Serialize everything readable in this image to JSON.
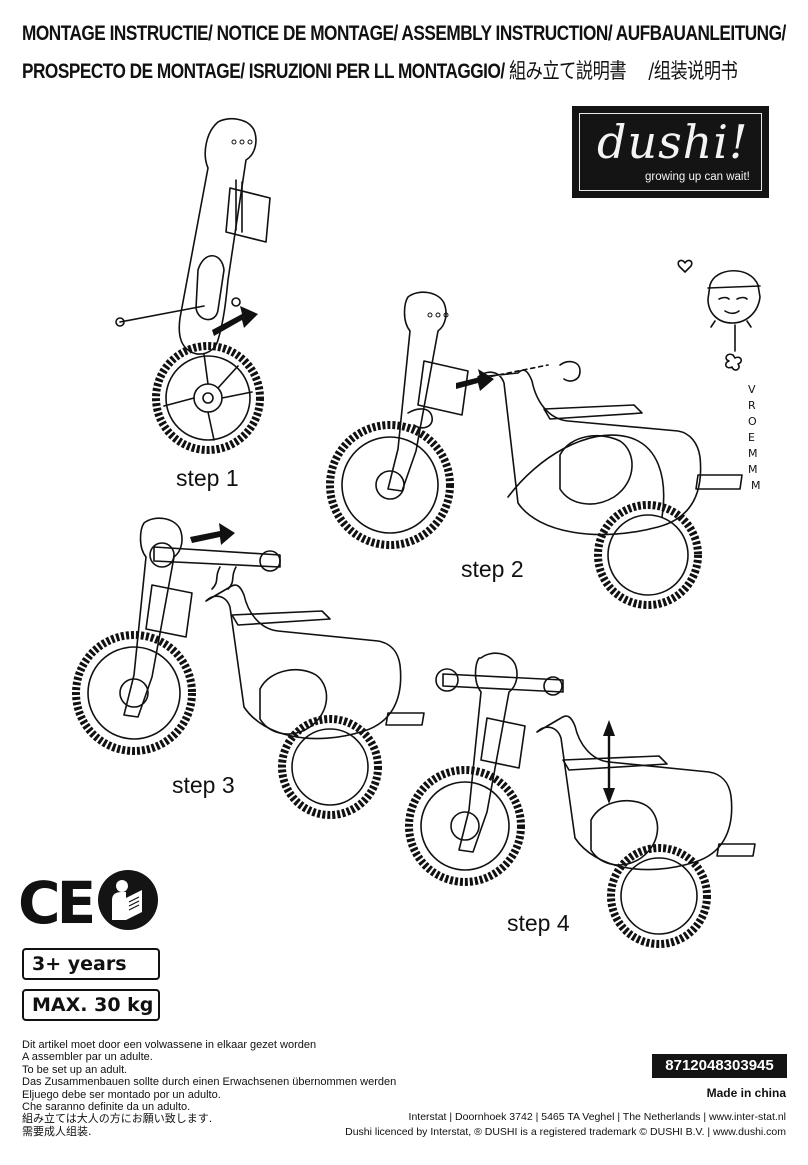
{
  "header": {
    "line1": "MONTAGE INSTRUCTIE/ NOTICE DE MONTAGE/ ASSEMBLY INSTRUCTION/ AUFBAUANLEITUNG/",
    "line2_latin": "PROSPECTO DE MONTAGE/ ISRUZIONI PER LL MONTAGGIO/",
    "line2_japanese": "組み立て説明書",
    "line2_chinese": "/组装说明书"
  },
  "logo": {
    "wordmark": "dushi!",
    "tagline": "growing up can wait!"
  },
  "doodle": {
    "sound_letters": [
      "V",
      "R",
      "O",
      "E",
      "M",
      "M",
      "M"
    ]
  },
  "steps": [
    {
      "label": "step 1"
    },
    {
      "label": "step 2"
    },
    {
      "label": "step 3"
    },
    {
      "label": "step 4"
    }
  ],
  "marks": {
    "ce": "CE",
    "icons": [
      "ce-mark-icon",
      "read-manual-icon"
    ]
  },
  "badges": {
    "age": "3+ years",
    "max_weight": "MAX. 30 kg"
  },
  "notes": [
    "Dit artikel moet door een volwassene in elkaar gezet worden",
    "A assembler par un adulte.",
    "To be set up an adult.",
    "Das Zusammenbauen sollte durch einen Erwachsenen übernommen werden",
    "Eljuego debe ser montado por un adulto.",
    "Che saranno definite da un adulto.",
    "組み立ては大人の方にお願い致します.",
    "需要成人组装."
  ],
  "barcode": "8712048303945",
  "made_in": "Made in china",
  "footer": {
    "address": "Interstat | Doornhoek 3742 | 5465 TA Veghel | The Netherlands | www.inter-stat.nl",
    "license": "Dushi licenced by Interstat, ® DUSHI is a registered trademark © DUSHI B.V. | www.dushi.com"
  },
  "colors": {
    "ink": "#111111",
    "paper": "#ffffff",
    "logo_bg": "#141414"
  }
}
